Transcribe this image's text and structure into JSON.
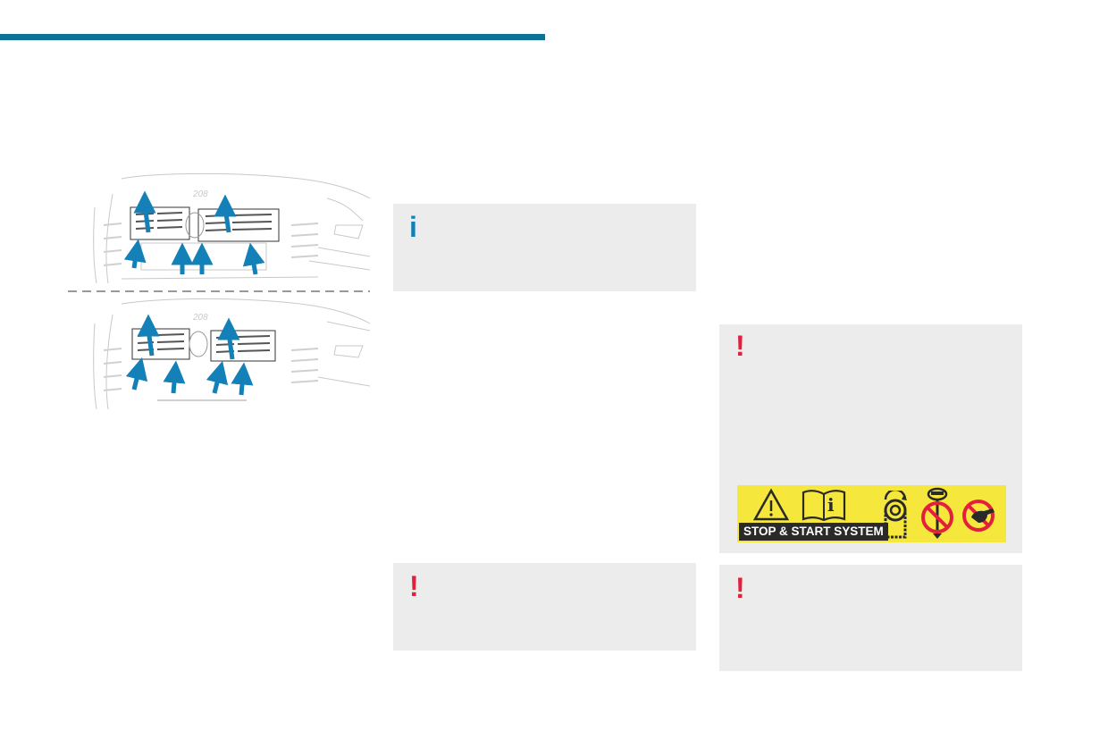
{
  "colors": {
    "header_bar": "#0a7396",
    "panel_background": "#ececec",
    "info_accent": "#1380b8",
    "warning_accent": "#e3203b",
    "arrow": "#1380b8",
    "decal_background": "#f6e73c"
  },
  "illustration": {
    "badge_top": "208",
    "badge_bottom": "208",
    "icon": "car-front-grille-arrows-illustration"
  },
  "panels": {
    "info": {
      "glyph": "i",
      "icon": "info-icon"
    },
    "warning_left": {
      "glyph": "!",
      "icon": "warning-icon"
    },
    "warning_right_top": {
      "glyph": "!",
      "icon": "warning-icon"
    },
    "warning_right_bottom": {
      "glyph": "!",
      "icon": "warning-icon"
    }
  },
  "decal": {
    "label": "STOP & START SYSTEM",
    "icons": [
      "warning-triangle-icon",
      "manual-book-info-icon",
      "belt-pulley-icon",
      "no-belt-tensioner-icon",
      "no-hand-icon"
    ]
  }
}
